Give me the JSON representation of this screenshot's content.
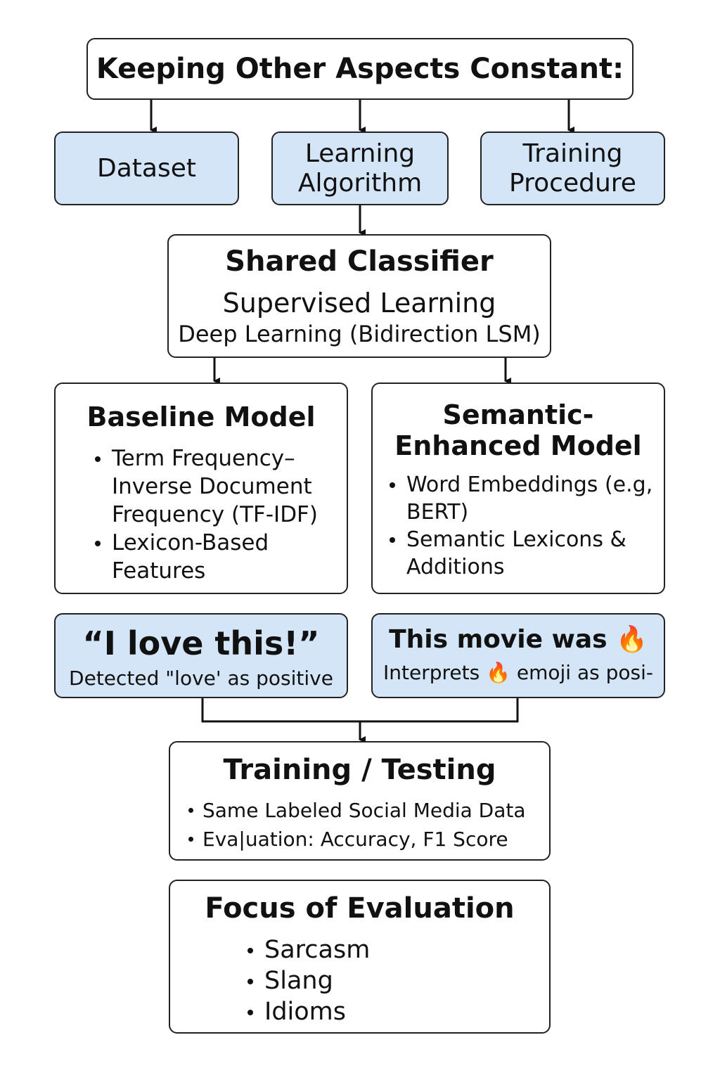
{
  "header": {
    "title": "Keeping Other Aspects Constant:"
  },
  "aspects": {
    "dataset": "Dataset",
    "learning_line1": "Learning",
    "learning_line2": "Algorithm",
    "training_line1": "Training",
    "training_line2": "Procedure"
  },
  "shared": {
    "title": "Shared Classifier",
    "line1": "Supervised Learning",
    "line2": "Deep Learning (Bidirection LSM)"
  },
  "baseline": {
    "title": "Baseline Model",
    "bullets": [
      "Term Frequency– Inverse Document Frequency (TF-IDF)",
      "Lexicon-Based Features"
    ]
  },
  "semantic": {
    "title": "Semantic-Enhanced Model",
    "bullets": [
      "Word Embeddings (e.g, BERT)",
      "Semantic Lexicons & Additions"
    ]
  },
  "examples": {
    "baseline_title": "“I love this!”",
    "baseline_sub": "Detected \"love' as positive",
    "semantic_title": "This movie was 🔥",
    "semantic_sub": "Interprets 🔥 emoji as posi-"
  },
  "training": {
    "title": "Training / Testing",
    "bullets": [
      "Same Labeled Social Media Data",
      "Eva|uation: Accuracy, F1 Score"
    ]
  },
  "focus": {
    "title": "Focus of Evaluation",
    "bullets": [
      "Sarcasm",
      "Slang",
      "Idioms"
    ]
  },
  "colors": {
    "box_fill_blue": "#d3e5f7",
    "border": "#222222",
    "text": "#111111"
  }
}
